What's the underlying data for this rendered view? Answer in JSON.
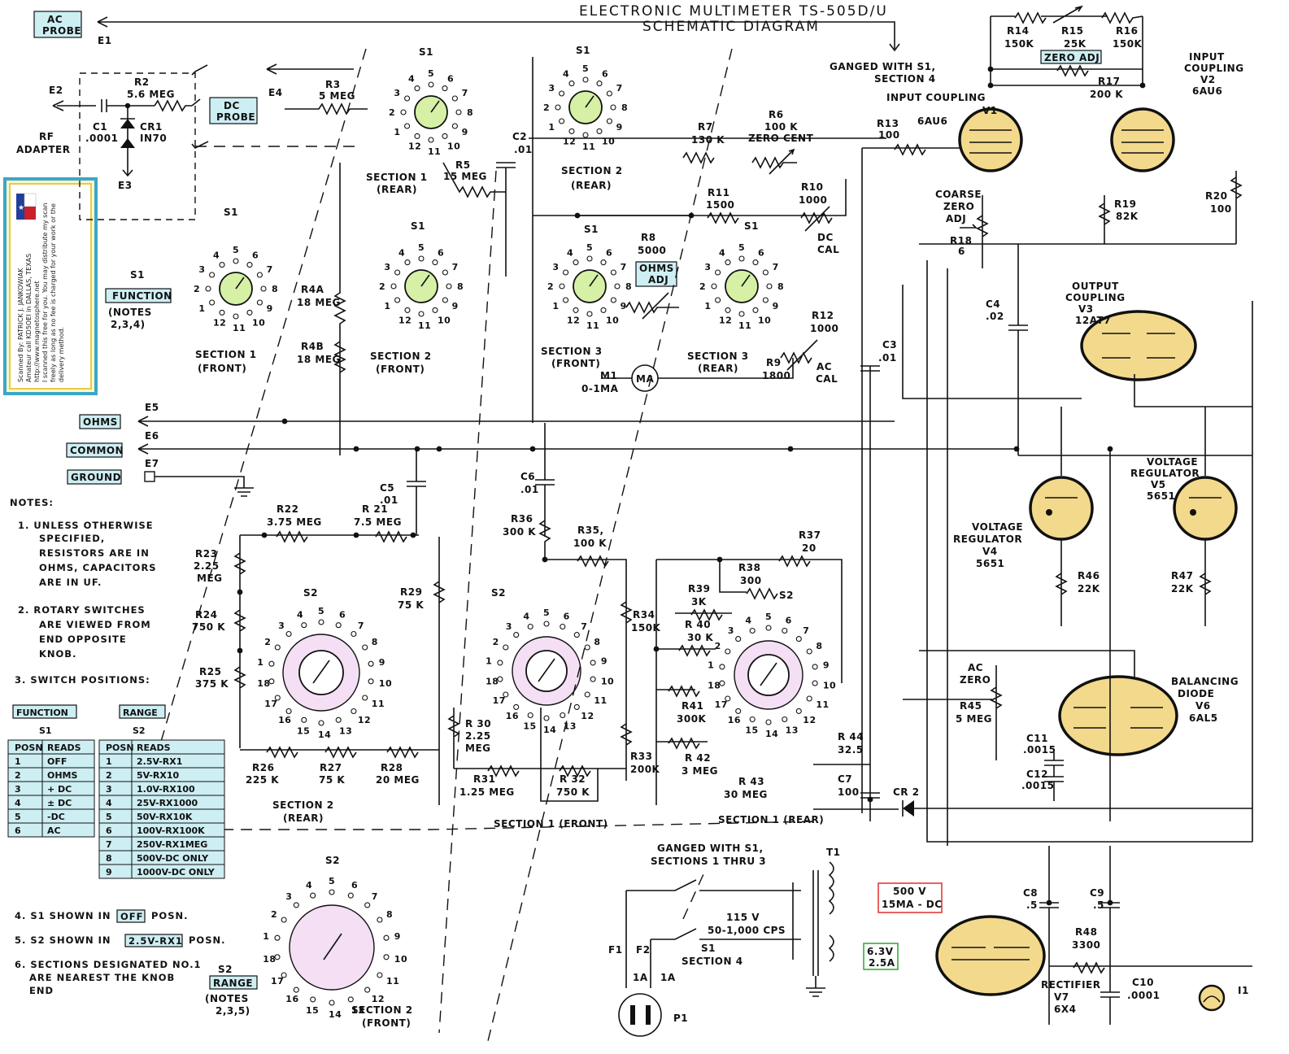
{
  "title": "ELECTRONIC MULTIMETER TS-505D/U",
  "subtitle": "SCHEMATIC DIAGRAM",
  "terminal_boxes": {
    "ac_probe": [
      "AC",
      "PROBE"
    ],
    "dc_probe": [
      "DC",
      "PROBE"
    ],
    "ohms": "OHMS",
    "common": "COMMON",
    "ground": "GROUND",
    "function": "FUNCTION",
    "range": "RANGE",
    "zero_adj": "ZERO ADJ",
    "ohms_adj": [
      "OHMS",
      "ADJ"
    ]
  },
  "terminals": {
    "e1": "E1",
    "e2": "E2",
    "e3": "E3",
    "e4": "E4",
    "e5": "E5",
    "e6": "E6",
    "e7": "E7"
  },
  "rf_adapter": [
    "RF",
    "ADAPTER"
  ],
  "components": {
    "r2": [
      "R2",
      "5.6 MEG"
    ],
    "c1": [
      "C1",
      ".0001"
    ],
    "cr1": [
      "CR1",
      "IN70"
    ],
    "r3": [
      "R3",
      "5 MEG"
    ],
    "r5": [
      "R5",
      "15 MEG"
    ],
    "c2": [
      "C2",
      ".01"
    ],
    "r7": [
      "R7",
      "130 K"
    ],
    "r6": [
      "R6",
      "100 K",
      "ZERO CENT"
    ],
    "r11": [
      "R11",
      "1500"
    ],
    "r10": [
      "R10",
      "1000"
    ],
    "dc_cal": [
      "DC",
      "CAL"
    ],
    "r8": [
      "R8",
      "5000"
    ],
    "r12": [
      "R12",
      "1000"
    ],
    "ac_cal": [
      "AC",
      "CAL"
    ],
    "r9": [
      "R9",
      "1800"
    ],
    "m1": [
      "M1",
      "0-1MA"
    ],
    "ma": "MA",
    "r4a": [
      "R4A",
      "18 MEG"
    ],
    "r4b": [
      "R4B",
      "18 MEG"
    ],
    "r13": [
      "R13",
      "100"
    ],
    "c3": [
      "C3",
      ".01"
    ],
    "r14": [
      "R14",
      "150K"
    ],
    "r15": [
      "R15",
      "25K"
    ],
    "r16": [
      "R16",
      "150K"
    ],
    "r17": [
      "R17",
      "200 K"
    ],
    "v1": [
      "INPUT COUPLING",
      "V1",
      "6AU6"
    ],
    "v2": [
      "INPUT",
      "COUPLING",
      "V2",
      "6AU6"
    ],
    "coarse": [
      "COARSE",
      "ZERO",
      "ADJ"
    ],
    "r18": [
      "R18",
      "6"
    ],
    "r19": [
      "R19",
      "82K"
    ],
    "r20": [
      "R20",
      "100"
    ],
    "c4": [
      "C4",
      ".02"
    ],
    "v3": [
      "OUTPUT",
      "COUPLING",
      "V3",
      "12AT7"
    ],
    "v5": [
      "VOLTAGE",
      "REGULATOR",
      "V5",
      "5651"
    ],
    "v4": [
      "VOLTAGE",
      "REGULATOR",
      "V4",
      "5651"
    ],
    "r46": [
      "R46",
      "22K"
    ],
    "r47": [
      "R47",
      "22K"
    ],
    "ac_zero": [
      "AC",
      "ZERO"
    ],
    "r45": [
      "R45",
      "5 MEG"
    ],
    "v6": [
      "BALANCING",
      "DIODE",
      "V6",
      "6AL5"
    ],
    "c11": [
      "C11",
      ".0015"
    ],
    "c12": [
      "C12",
      ".0015"
    ],
    "c5": [
      "C5",
      ".01"
    ],
    "c6": [
      "C6",
      ".01"
    ],
    "r22": [
      "R22",
      "3.75 MEG"
    ],
    "r21": [
      "R 21",
      "7.5 MEG"
    ],
    "r23": [
      "R23",
      "2.25",
      "MEG"
    ],
    "r24": [
      "R24",
      "750 K"
    ],
    "r25": [
      "R25",
      "375 K"
    ],
    "r29": [
      "R29",
      "75 K"
    ],
    "r26": [
      "R26",
      "225 K"
    ],
    "r27": [
      "R27",
      "75 K"
    ],
    "r28": [
      "R28",
      "20 MEG"
    ],
    "r36": [
      "R36",
      "300 K"
    ],
    "r35": [
      "R35,",
      "100 K"
    ],
    "r34": [
      "R34",
      "150K"
    ],
    "r30": [
      "R 30",
      "2.25",
      "MEG"
    ],
    "r31": [
      "R31",
      "1.25 MEG"
    ],
    "r32": [
      "R 32",
      "750 K"
    ],
    "r33": [
      "R33",
      "200K"
    ],
    "r37": [
      "R37",
      "20"
    ],
    "r38": [
      "R38",
      "300"
    ],
    "r39": [
      "R39",
      "3K"
    ],
    "r40": [
      "R 40",
      "30 K"
    ],
    "r41": [
      "R41",
      "300K"
    ],
    "r42": [
      "R 42",
      "3 MEG"
    ],
    "r43": [
      "R 43",
      "30 MEG"
    ],
    "r44": [
      "R 44",
      "32.5"
    ],
    "c7": [
      "C7",
      "100"
    ],
    "cr2": "CR 2",
    "t1": "T1",
    "hv": [
      "500 V",
      "15MA - DC"
    ],
    "fil": [
      "6.3V",
      "2.5A"
    ],
    "c8": [
      "C8",
      ".5"
    ],
    "c9": [
      "C9",
      ".5"
    ],
    "r48": [
      "R48",
      "3300"
    ],
    "v7": [
      "RECTIFIER",
      "V7",
      "6X4"
    ],
    "c10": [
      "C10",
      ".0001"
    ],
    "i1": "I1",
    "line": [
      "115 V",
      "50-1,000 CPS"
    ],
    "s1_sec4": [
      "S1",
      "SECTION 4"
    ],
    "f1": "F1",
    "f2": "F2",
    "fuse": "1A",
    "p1": "P1"
  },
  "switch_labels": {
    "s1": "S1",
    "s2": "S2",
    "sec1_rear": [
      "SECTION 1",
      "(REAR)"
    ],
    "sec2_rear": [
      "SECTION 2",
      "(REAR)"
    ],
    "sec1_front": [
      "SECTION 1",
      "(FRONT)"
    ],
    "sec2_front": [
      "SECTION 2",
      "(FRONT)"
    ],
    "sec3_front": [
      "SECTION 3",
      "(FRONT)"
    ],
    "sec3_rear": [
      "SECTION 3",
      "(REAR)"
    ],
    "s1_function_notes": [
      "(NOTES",
      "2,3,4)"
    ],
    "s2_sec2_rear": [
      "SECTION 2",
      "(REAR)"
    ],
    "s2_sec1_front": "SECTION 1 (FRONT)",
    "s2_sec1_rear": "SECTION 1 (REAR)",
    "s2_sec2_front": [
      "SECTION 2",
      "(FRONT)"
    ],
    "s2_range_notes": [
      "(NOTES",
      "2,3,5)"
    ],
    "ganged_top": [
      "GANGED WITH S1,",
      "SECTION 4"
    ],
    "ganged_bottom": [
      "GANGED WITH S1,",
      "SECTIONS 1 THRU 3"
    ]
  },
  "notes": {
    "heading": "NOTES:",
    "n1": [
      "1. UNLESS OTHERWISE",
      "SPECIFIED,",
      "RESISTORS ARE IN",
      "OHMS, CAPACITORS",
      "ARE IN UF."
    ],
    "n2": [
      "2. ROTARY SWITCHES",
      "ARE VIEWED FROM",
      "END OPPOSITE",
      "KNOB."
    ],
    "n3": "3. SWITCH POSITIONS:",
    "n4": [
      "4. S1 SHOWN IN",
      "OFF",
      "POSN."
    ],
    "n5": [
      "5. S2 SHOWN IN",
      "2.5V-RX1",
      "POSN."
    ],
    "n6": [
      "6. SECTIONS DESIGNATED NO.1",
      "ARE NEAREST THE KNOB",
      "END"
    ]
  },
  "function_table": {
    "caption": "S1",
    "headers": [
      "POSN",
      "READS"
    ],
    "rows": [
      [
        "1",
        "OFF"
      ],
      [
        "2",
        "OHMS"
      ],
      [
        "3",
        "+ DC"
      ],
      [
        "4",
        "± DC"
      ],
      [
        "5",
        "-DC"
      ],
      [
        "6",
        "AC"
      ]
    ]
  },
  "range_table": {
    "caption": "S2",
    "headers": [
      "POSN",
      "READS"
    ],
    "rows": [
      [
        "1",
        "2.5V-RX1"
      ],
      [
        "2",
        "5V-RX10"
      ],
      [
        "3",
        "1.0V-RX100"
      ],
      [
        "4",
        "25V-RX1000"
      ],
      [
        "5",
        "50V-RX10K"
      ],
      [
        "6",
        "100V-RX100K"
      ],
      [
        "7",
        "250V-RX1MEG"
      ],
      [
        "8",
        "500V-DC ONLY"
      ],
      [
        "9",
        "1000V-DC ONLY"
      ]
    ]
  },
  "scan_credit": [
    "Scanned By: PATRICK J. JANKOWIAK",
    "Amateur call KD5OEI in DALLAS, TEXAS",
    "http://www.magnetosphere.net",
    "I scanned this free for you. You may distribute my scan",
    "freely as long as no fee is charged for your work or the",
    "delivery method."
  ],
  "colors": {
    "tube": "#f2d98c",
    "switch_s1": "#d6f0a6",
    "switch_s2": "#f4dff4",
    "label_box": "#cdeef3",
    "hv_box": "#e02020",
    "fil_box": "#20a020"
  }
}
